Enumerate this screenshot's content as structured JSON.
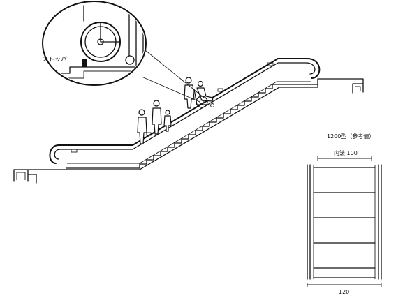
{
  "labels": {
    "stopper": "ストッパー",
    "model_title": "1200型（参考値）",
    "inner_dim": "内法 100",
    "outer_dim": "120"
  }
}
